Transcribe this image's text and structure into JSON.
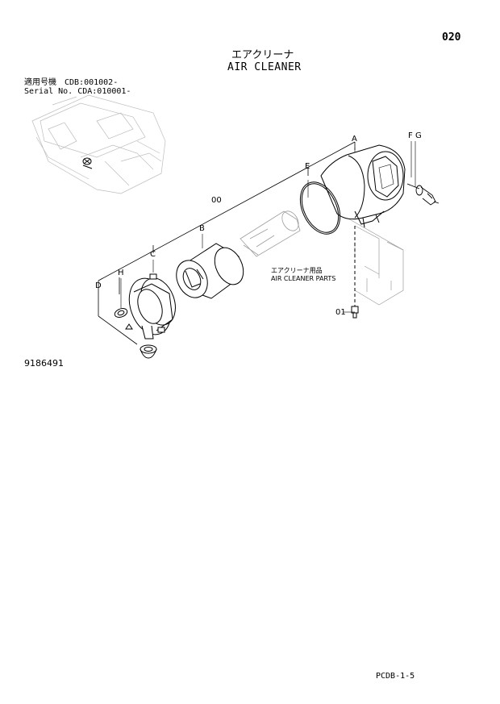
{
  "page_number": "020",
  "title_jp": "エアクリーナ",
  "title_en": "AIR CLEANER",
  "serial_info": {
    "line1": "適用号機　CDB:001002-",
    "line2": "Serial No.  CDA:010001-"
  },
  "callouts": {
    "A": "A",
    "B": "B",
    "C": "C",
    "D": "D",
    "E": "E",
    "F": "F",
    "G": "G",
    "H": "H",
    "assembly": "00",
    "bolt": "01"
  },
  "parts_label": {
    "jp": "エアクリーナ用品",
    "en": "AIR CLEANER PARTS"
  },
  "document_number": "9186491",
  "footer_code": "PCDB-1-5"
}
